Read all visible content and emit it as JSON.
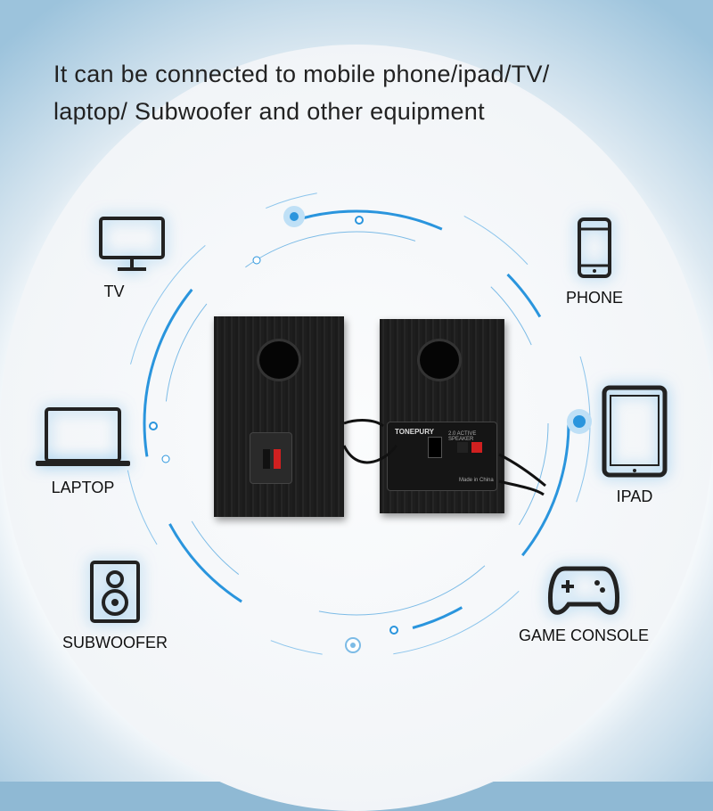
{
  "headline": {
    "line1": "It can be connected to mobile phone/ipad/TV/",
    "line2": "laptop/ Subwoofer and other equipment"
  },
  "devices": {
    "tv": "TV",
    "phone": "PHONE",
    "laptop": "LAPTOP",
    "ipad": "IPAD",
    "subwoofer": "SUBWOOFER",
    "game_console": "GAME CONSOLE"
  },
  "speaker_panel": {
    "brand": "TONEPURY",
    "model": "2.0 ACTIVE SPEAKER",
    "origin": "Made in China"
  },
  "colors": {
    "accent": "#1a8fdc",
    "icon": "#222222"
  }
}
